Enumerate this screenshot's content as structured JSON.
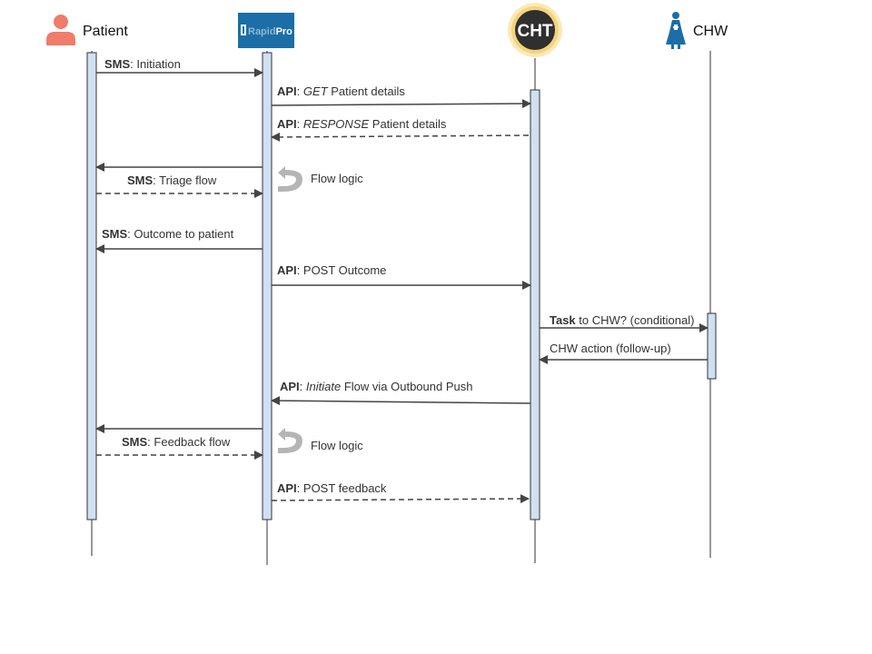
{
  "actors": {
    "patient": {
      "name": "Patient"
    },
    "rapidpro": {
      "logo_part1": "Rapid",
      "logo_part2": "Pro"
    },
    "cht": {
      "logo": "CHT"
    },
    "chw": {
      "name": "CHW"
    }
  },
  "messages": [
    {
      "bold": "SMS",
      "rest": ": Initiation"
    },
    {
      "bold": "API",
      "rest": ": ",
      "italic": "GET",
      "after": " Patient details"
    },
    {
      "bold": "API",
      "rest": ": ",
      "italic": "RESPONSE",
      "after": " Patient details"
    },
    {
      "bold": "SMS",
      "rest": ": Triage flow"
    },
    {
      "bold": "SMS",
      "rest": ": Outcome to patient"
    },
    {
      "bold": "API",
      "rest": ": POST Outcome"
    },
    {
      "bold": "Task",
      "rest": " to CHW? (conditional)"
    },
    {
      "bold": "",
      "rest": "CHW action (follow-up)"
    },
    {
      "bold": "API",
      "rest": ": ",
      "italic": "Initiate",
      "after": " Flow via Outbound Push"
    },
    {
      "bold": "SMS",
      "rest": ": Feedback flow"
    },
    {
      "bold": "API",
      "rest": ": POST feedback"
    }
  ],
  "notes": [
    {
      "text": "Flow logic"
    },
    {
      "text": "Flow logic"
    }
  ],
  "colors": {
    "activation_fill": "#cfe0f2",
    "activation_stroke": "#333333",
    "arrow": "#444444",
    "patient_icon": "#f07c6a",
    "rapidpro_bg": "#1b6ea6",
    "cht_gold": "#f3d47a",
    "cht_dark": "#2f2f2f",
    "chw_icon": "#1b6ea6",
    "loop_icon": "#b5b5b5"
  }
}
